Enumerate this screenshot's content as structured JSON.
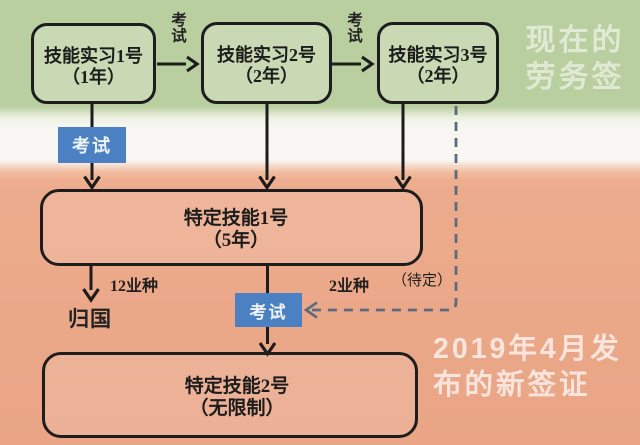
{
  "diagram": {
    "title_watermarks": {
      "current_visa": {
        "line1": "现在的",
        "line2": "劳务签"
      },
      "new_visa": {
        "line1": "2019年4月发",
        "line2": "布的新签证"
      }
    },
    "nodes": {
      "intern1": {
        "title": "技能实习1号",
        "duration": "（1年）"
      },
      "intern2": {
        "title": "技能实习2号",
        "duration": "（2年）"
      },
      "intern3": {
        "title": "技能实习3号",
        "duration": "（2年）"
      },
      "skill1": {
        "title": "特定技能1号",
        "duration": "（5年）"
      },
      "skill2": {
        "title": "特定技能2号",
        "duration": "（无限制）"
      }
    },
    "edge_labels": {
      "exam_top_1": "考试",
      "exam_top_2": "考试",
      "exam_badge_left": "考试",
      "exam_badge_center": "考试",
      "branch_left": "12业种",
      "branch_right": "2业种",
      "pending": "（待定）",
      "return_home": "归国"
    },
    "connections": [
      {
        "from": "intern1",
        "to": "intern2",
        "label": "考试",
        "style": "solid-arrow"
      },
      {
        "from": "intern2",
        "to": "intern3",
        "label": "考试",
        "style": "solid-arrow"
      },
      {
        "from": "intern1",
        "to": "skill1",
        "label": "考试",
        "style": "solid-arrow"
      },
      {
        "from": "intern2",
        "to": "skill1",
        "label": "",
        "style": "solid-arrow"
      },
      {
        "from": "intern3",
        "to": "skill1",
        "label": "",
        "style": "solid-arrow"
      },
      {
        "from": "skill1",
        "to": "归国",
        "label": "12业种",
        "style": "solid-arrow"
      },
      {
        "from": "skill1",
        "to": "skill2",
        "label": "2业种 考试",
        "style": "solid-arrow"
      },
      {
        "from": "intern3",
        "to": "exam_badge_center",
        "label": "（待定）",
        "style": "dashed-arrow"
      }
    ],
    "colors": {
      "section_green": "#b9cf9f",
      "section_orange": "#edaa8b",
      "transition_white": "#f8f7f3",
      "badge_blue": "#4b81c2",
      "line_black": "#1c1c1c",
      "dashed_slate": "#5b6b7e",
      "watermark_white": "rgba(255,255,255,0.6)",
      "node_border": "#1d1d1d"
    }
  }
}
